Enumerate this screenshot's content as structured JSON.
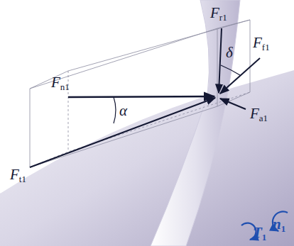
{
  "diagram": {
    "labels": [
      "Ft1",
      "Fn1",
      "α",
      "Fr1",
      "δ",
      "Ff1",
      "Fa1",
      "T1",
      "n1"
    ]
  }
}
